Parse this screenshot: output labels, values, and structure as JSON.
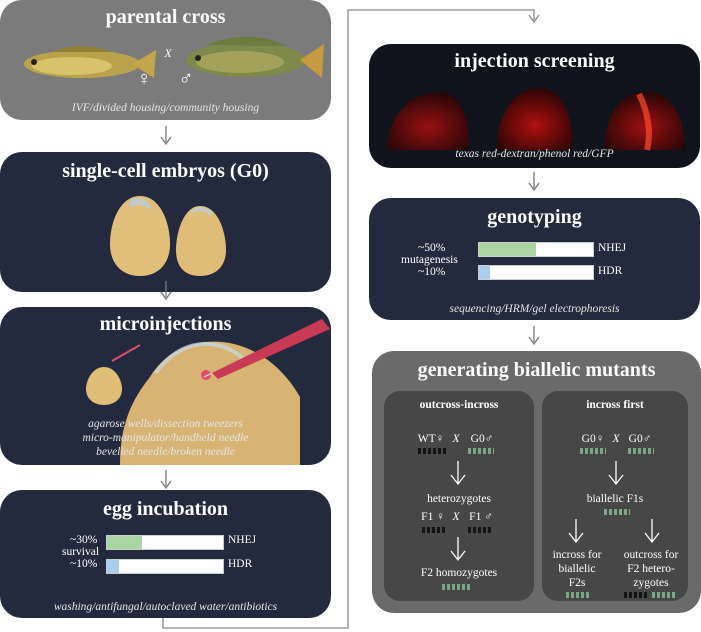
{
  "parental_cross": {
    "title": "parental cross",
    "cross_symbol": "X",
    "female_symbol": "♀",
    "male_symbol": "♂",
    "caption": "IVF/divided housing/community housing"
  },
  "single_cell": {
    "title": "single-cell embryos (G0)"
  },
  "microinjections": {
    "title": "microinjections",
    "caption_lines": [
      "agarose wells/dissection tweezers",
      "micro-manipulator/handheld needle",
      "bevelled needle/broken needle"
    ]
  },
  "egg_incubation": {
    "title": "egg incubation",
    "group_label": "survival",
    "rows": [
      {
        "pct_label": "~30%",
        "fraction": 0.3,
        "method": "NHEJ",
        "color": "#a8d5a2"
      },
      {
        "pct_label": "~10%",
        "fraction": 0.1,
        "method": "HDR",
        "color": "#a9cdec"
      }
    ],
    "caption": "washing/antifungal/autoclaved water/antibiotics"
  },
  "injection_screening": {
    "title": "injection screening",
    "caption": "texas red-dextran/phenol red/GFP"
  },
  "genotyping": {
    "title": "genotyping",
    "group_label": "mutagenesis",
    "rows": [
      {
        "pct_label": "~50%",
        "fraction": 0.5,
        "method": "NHEJ",
        "color": "#a8d5a2"
      },
      {
        "pct_label": "~10%",
        "fraction": 0.1,
        "method": "HDR",
        "color": "#a9cdec"
      }
    ],
    "caption": "sequencing/HRM/gel electrophoresis"
  },
  "biallelic": {
    "title": "generating biallelic mutants",
    "outcross": {
      "title": "outcross-incross",
      "cross1_left": "WT♀",
      "cross1_x": "X",
      "cross1_right": "G0♂",
      "step2": "heterozygotes",
      "cross2_left": "F1 ♀",
      "cross2_x": "X",
      "cross2_right": "F1 ♂",
      "step3": "F2 homozygotes"
    },
    "incross": {
      "title": "incross first",
      "cross1_left": "G0♀",
      "cross1_x": "X",
      "cross1_right": "G0♂",
      "step2": "biallelic F1s",
      "left_lines": [
        "incross for",
        "biallelic",
        "F2s"
      ],
      "right_lines": [
        "outcross for",
        "F2 hetero-",
        "zygotes"
      ]
    }
  }
}
